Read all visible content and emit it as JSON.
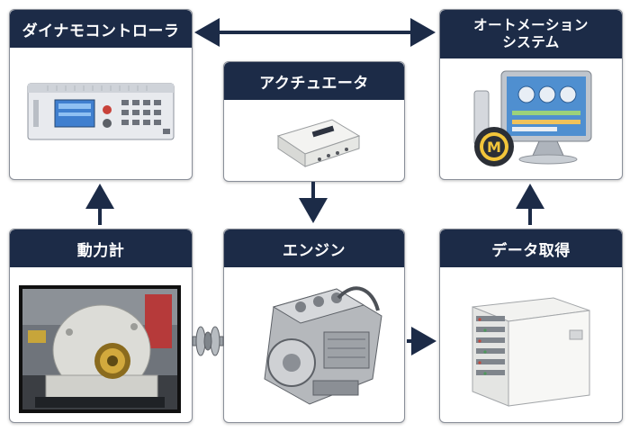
{
  "boxes": {
    "dynamo_controller": {
      "title": "ダイナモコントローラ",
      "icon": "dynamo-controller-rack-icon"
    },
    "actuator": {
      "title": "アクチュエータ",
      "icon": "actuator-box-icon"
    },
    "automation": {
      "title_line1": "オートメーション",
      "title_line2": "システム",
      "icon": "monitor-steering-wheel-icon",
      "badge_letter": "M"
    },
    "dynamometer": {
      "title": "動力計",
      "icon": "dynamometer-photo"
    },
    "engine": {
      "title": "エンジン",
      "icon": "engine-icon"
    },
    "data_acquisition": {
      "title": "データ取得",
      "icon": "data-acquisition-cabinet-icon"
    }
  },
  "colors": {
    "header_bg": "#1c2b47",
    "arrow": "#1c2b47",
    "border": "#8a8f99"
  }
}
